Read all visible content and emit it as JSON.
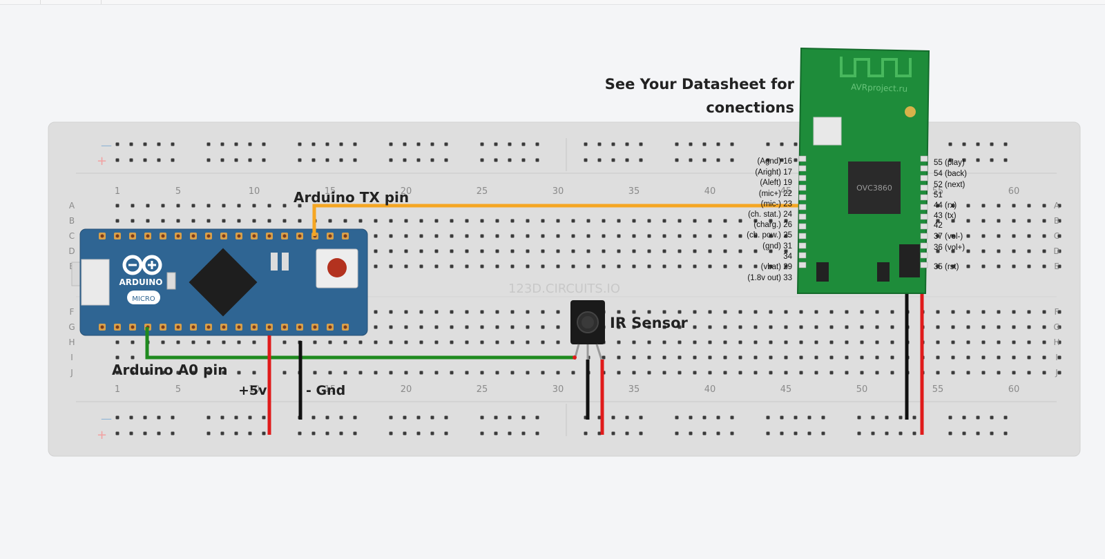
{
  "watermark": "123D.CIRCUITS.IO",
  "rail_minus": "—",
  "rail_plus": "+",
  "column_numbers": [
    "1",
    "5",
    "10",
    "15",
    "20",
    "25",
    "30",
    "35",
    "40",
    "45",
    "50",
    "55",
    "60"
  ],
  "row_letters_top": [
    "A",
    "B",
    "C",
    "D",
    "E"
  ],
  "row_letters_bottom": [
    "F",
    "G",
    "H",
    "I",
    "J"
  ],
  "arduino": {
    "brand": "ARDUINO",
    "model": "MICRO"
  },
  "annotations": {
    "tx_pin": "Arduino TX pin",
    "a0_pin": "Arduino A0 pin",
    "plus5v": "+5v",
    "gnd": "- Gnd",
    "ir_sensor": "IR Sensor",
    "datasheet_line1": "See Your Datasheet for",
    "datasheet_line2": "conections"
  },
  "module": {
    "chip_text": "OVC3860",
    "board_text": "AVRproject.ru",
    "left_pins": [
      "(Agnd) 16",
      "(Aright) 17",
      "(Aleft) 19",
      "(mic+) 22",
      "(mic-) 23",
      "(ch. stat.) 24",
      "(charg.) 26",
      "(ch. pow.) 25",
      "(gnd) 31",
      "34",
      "(vbat) 29",
      "(1.8v out) 33"
    ],
    "right_pins": [
      "55 (play)",
      "54 (back)",
      "52 (next)",
      "51",
      "44 (rx)",
      "43 (tx)",
      "42",
      "37 (vol-)",
      "36 (vol+)",
      "35 (rst)"
    ]
  },
  "colors": {
    "breadboard": "#dedede",
    "arduino_board": "#2f6593",
    "wire_orange": "#f5a623",
    "wire_green": "#1f8a1f",
    "wire_red": "#e01b1b",
    "wire_black": "#111111",
    "module_green": "#1e8c3a"
  }
}
